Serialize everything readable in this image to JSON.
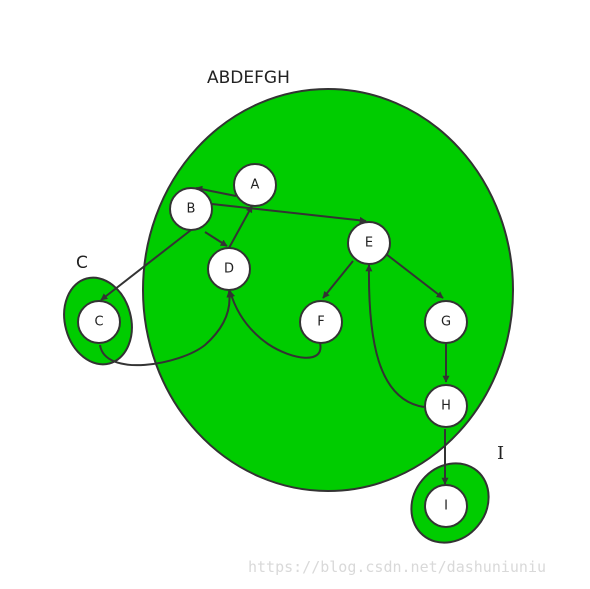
{
  "diagram": {
    "regions": [
      {
        "id": "big",
        "label": "ABDEFGH"
      },
      {
        "id": "c",
        "label": "C"
      },
      {
        "id": "i",
        "label": "I"
      }
    ],
    "nodes": [
      "A",
      "B",
      "C",
      "D",
      "E",
      "F",
      "G",
      "H",
      "I"
    ],
    "edges": [
      {
        "from": "B",
        "to": "D"
      },
      {
        "from": "D",
        "to": "A"
      },
      {
        "from": "A",
        "to": "B"
      },
      {
        "from": "B",
        "to": "E"
      },
      {
        "from": "B",
        "to": "C"
      },
      {
        "from": "C",
        "to": "D"
      },
      {
        "from": "F",
        "to": "D"
      },
      {
        "from": "E",
        "to": "F"
      },
      {
        "from": "E",
        "to": "G"
      },
      {
        "from": "G",
        "to": "H"
      },
      {
        "from": "H",
        "to": "E"
      },
      {
        "from": "H",
        "to": "I"
      }
    ],
    "colors": {
      "region_fill": "#00cc00",
      "stroke": "#333333",
      "node_fill": "#ffffff"
    }
  },
  "watermark": "https://blog.csdn.net/dashuniuniu"
}
